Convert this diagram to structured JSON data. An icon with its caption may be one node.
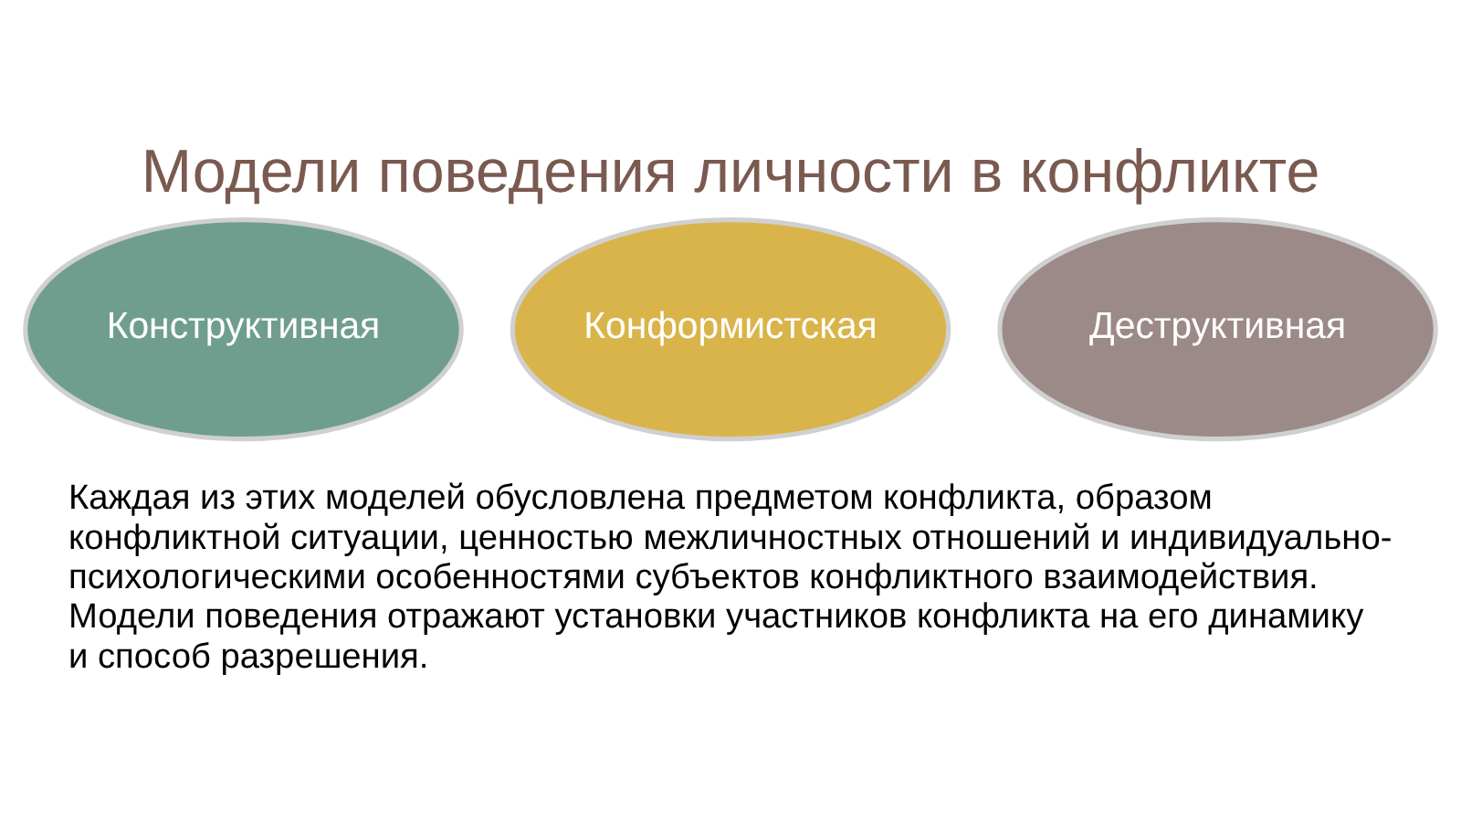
{
  "diagram": {
    "title": "Модели поведения личности в конфликте",
    "nodes": [
      {
        "text": [
          "Конструктивная"
        ]
      },
      {
        "text": [
          "Конформистская"
        ]
      },
      {
        "text": [
          "Деструктивная"
        ]
      }
    ],
    "labels": [
      "Каждая из этих моделей обусловлена предметом конфликта, образом конфликтной ситуации, ценностью межличностных отношений и индивидуально-психологическими особенностями субъектов конфликтного взаимодействия. Модели поведения отражают установки участников конфликта на его динамику и способ разрешения."
    ]
  }
}
